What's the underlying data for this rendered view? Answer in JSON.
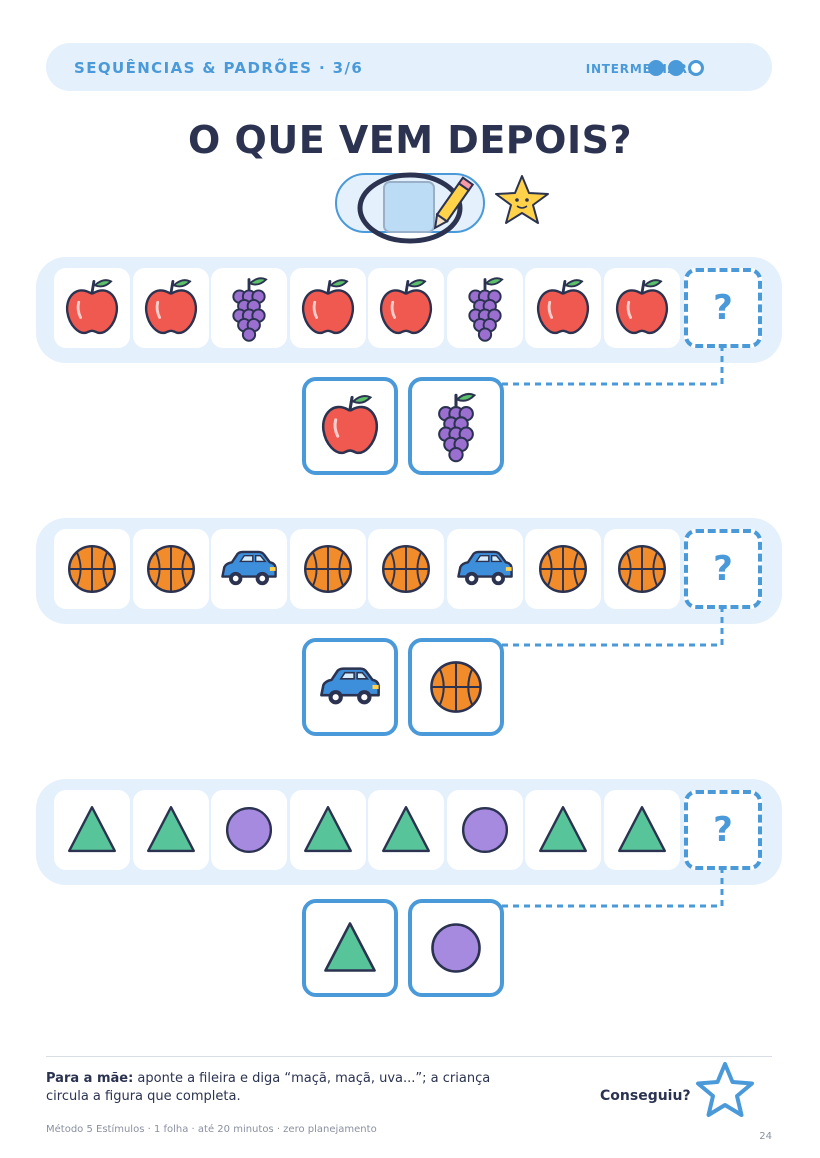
{
  "header": {
    "series": "SEQUÊNCIAS & PADRÕES · 3/6",
    "level": "INTERMEDIÁRIO",
    "level_filled": 2,
    "level_total": 3
  },
  "title": "O QUE VEM DEPOIS?",
  "rows": [
    {
      "sequence": [
        "apple",
        "apple",
        "grapes",
        "apple",
        "apple",
        "grapes",
        "apple",
        "apple"
      ],
      "question": "?",
      "options": [
        "apple",
        "grapes"
      ]
    },
    {
      "sequence": [
        "basketball",
        "basketball",
        "car",
        "basketball",
        "basketball",
        "car",
        "basketball",
        "basketball"
      ],
      "question": "?",
      "options": [
        "car",
        "basketball"
      ]
    },
    {
      "sequence": [
        "triangle",
        "triangle",
        "circle",
        "triangle",
        "triangle",
        "circle",
        "triangle",
        "triangle"
      ],
      "question": "?",
      "options": [
        "triangle",
        "circle"
      ]
    }
  ],
  "footer": {
    "note_label": "Para a mãe:",
    "note_text": " aponte a fileira e diga “maçã, maçã, uva...”; a criança circula a figura que completa.",
    "achieved": "Conseguiu?",
    "credits": "Método 5 Estímulos · 1 folha · até 20 minutos · zero planejamento",
    "page": "24"
  },
  "colors": {
    "accent": "#4a9ad9",
    "band": "#e4f0fb",
    "ink": "#2b3350",
    "apple": "#f0594f",
    "grapes": "#9a6fd0",
    "ball": "#f28c2a",
    "car": "#3e8fdb",
    "triangle": "#58c49a",
    "circle": "#a68ae0"
  }
}
